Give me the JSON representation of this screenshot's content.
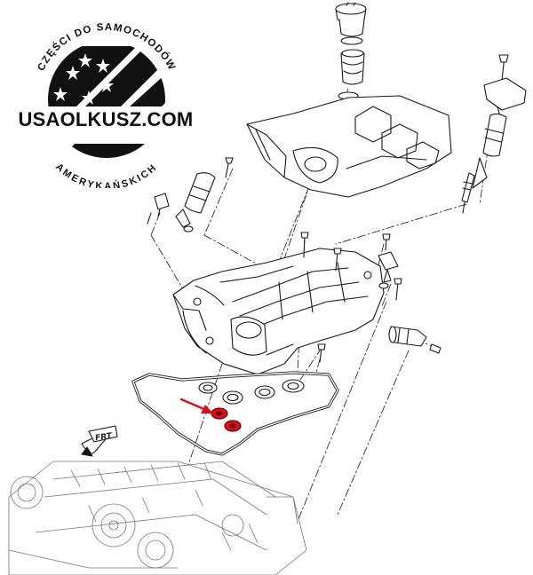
{
  "logo": {
    "arc_top_text": "CZĘŚCI DO SAMOCHODÓW",
    "url_text": "USAOLKUSZ.COM",
    "arc_bottom_text": "AMERYKAŃSKICH",
    "star_count": 6
  },
  "diagram": {
    "front_label": "FRT",
    "highlight_color": "#d8101c",
    "line_color": "#1a1a1a"
  }
}
